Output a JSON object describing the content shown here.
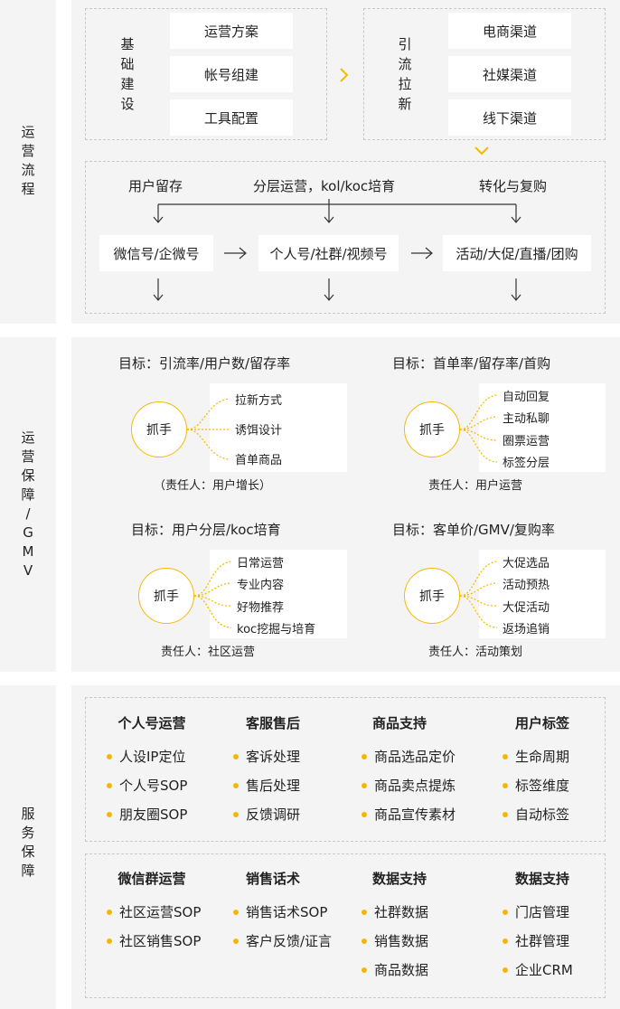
{
  "sections": {
    "process": "运营流程",
    "guarantee": "运营保障/GMV",
    "service": "服务保障"
  },
  "process": {
    "base_label": "基础建设",
    "base_items": [
      "运营方案",
      "帐号组建",
      "工具配置"
    ],
    "pull_label": "引流拉新",
    "pull_items": [
      "电商渠道",
      "社媒渠道",
      "线下渠道"
    ],
    "top_labels": [
      "用户留存",
      "分层运营，kol/koc培育",
      "转化与复购"
    ],
    "channels": [
      "微信号/企微号",
      "个人号/社群/视频号",
      "活动/大促/直播/团购"
    ]
  },
  "guarantee": {
    "handle": "抓手",
    "blocks": [
      {
        "goal": "目标：引流率/用户数/留存率",
        "items": [
          "拉新方式",
          "诱饵设计",
          "首单商品"
        ],
        "owner": "（责任人：用户增长）"
      },
      {
        "goal": "目标：首单率/留存率/首购",
        "items": [
          "自动回复",
          "主动私聊",
          "圈票运营",
          "标签分层"
        ],
        "owner": "责任人：用户运营"
      },
      {
        "goal": "目标：用户分层/koc培育",
        "items": [
          "日常运营",
          "专业内容",
          "好物推荐",
          "koc挖掘与培育"
        ],
        "owner": "责任人：社区运营"
      },
      {
        "goal": "目标：客单价/GMV/复购率",
        "items": [
          "大促选品",
          "活动预热",
          "大促活动",
          "返场追销"
        ],
        "owner": "责任人：活动策划"
      }
    ]
  },
  "service": {
    "groups1": [
      {
        "title": "个人号运营",
        "items": [
          "人设IP定位",
          "个人号SOP",
          "朋友圈SOP"
        ]
      },
      {
        "title": "客服售后",
        "items": [
          "客诉处理",
          "售后处理",
          "反馈调研"
        ]
      },
      {
        "title": "商品支持",
        "items": [
          "商品选品定价",
          "商品卖点提炼",
          "商品宣传素材"
        ]
      },
      {
        "title": "用户标签",
        "items": [
          "生命周期",
          "标签维度",
          "自动标签"
        ]
      }
    ],
    "groups2": [
      {
        "title": "微信群运营",
        "items": [
          "社区运营SOP",
          "社区销售SOP"
        ]
      },
      {
        "title": "销售话术",
        "items": [
          "销售话术SOP",
          "客户反馈/证言"
        ]
      },
      {
        "title": "数据支持",
        "items": [
          "社群数据",
          "销售数据",
          "商品数据"
        ]
      },
      {
        "title": "数据支持",
        "items": [
          "门店管理",
          "社群管理",
          "企业CRM"
        ]
      }
    ]
  },
  "colors": {
    "accent": "#f5b800",
    "panel": "#f4f4f4",
    "dash": "#c8c8c8"
  }
}
